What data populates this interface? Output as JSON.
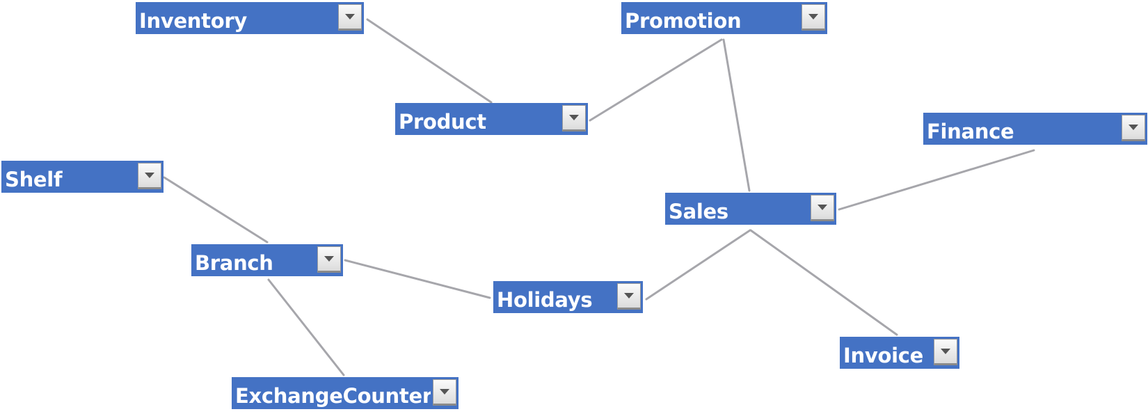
{
  "diagram": {
    "colors": {
      "node_fill": "#4472c4",
      "node_text": "#ffffff",
      "edge": "#a6a6ab"
    },
    "dropdown_icon": "chevron-down-icon",
    "nodes": {
      "inventory": "Inventory",
      "promotion": "Promotion",
      "product": "Product",
      "finance": "Finance",
      "shelf": "Shelf",
      "sales": "Sales",
      "branch": "Branch",
      "holidays": "Holidays",
      "invoice": "Invoice",
      "exchange_counter": "ExchangeCounter"
    },
    "edges": [
      [
        "inventory",
        "product"
      ],
      [
        "product",
        "promotion"
      ],
      [
        "promotion",
        "sales"
      ],
      [
        "sales",
        "finance"
      ],
      [
        "sales",
        "holidays"
      ],
      [
        "sales",
        "invoice"
      ],
      [
        "shelf",
        "branch"
      ],
      [
        "branch",
        "holidays"
      ],
      [
        "branch",
        "exchange_counter"
      ]
    ]
  }
}
